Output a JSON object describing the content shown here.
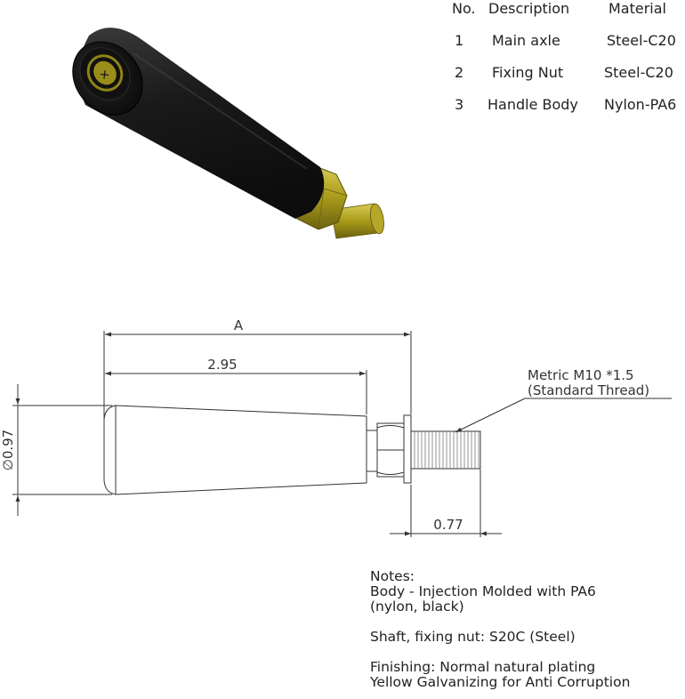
{
  "bom": {
    "headers": {
      "no": "No.",
      "description": "Description",
      "material": "Material"
    },
    "rows": [
      {
        "no": "1",
        "description": "Main axle",
        "material": "Steel-C20"
      },
      {
        "no": "2",
        "description": "Fixing Nut",
        "material": "Steel-C20"
      },
      {
        "no": "3",
        "description": "Handle Body",
        "material": "Nylon-PA6"
      }
    ]
  },
  "dimensions": {
    "overall": "A",
    "body_length": "2.95",
    "diameter": "∅0.97",
    "thread_length": "0.77"
  },
  "callout": {
    "line1": "Metric M10 *1.5",
    "line2": "(Standard Thread)"
  },
  "notes": {
    "heading": "Notes:",
    "body_line1": "Body - Injection Molded with PA6",
    "body_line2": "(nylon, black)",
    "shaft": "Shaft, fixing nut: S20C (Steel)",
    "finishing_line1": "Finishing: Normal natural plating",
    "finishing_line2": "Yellow Galvanizing for Anti Corruption"
  },
  "colors": {
    "body_black": "#1b1b1b",
    "brass": "#a89a1a",
    "line": "#333333"
  }
}
